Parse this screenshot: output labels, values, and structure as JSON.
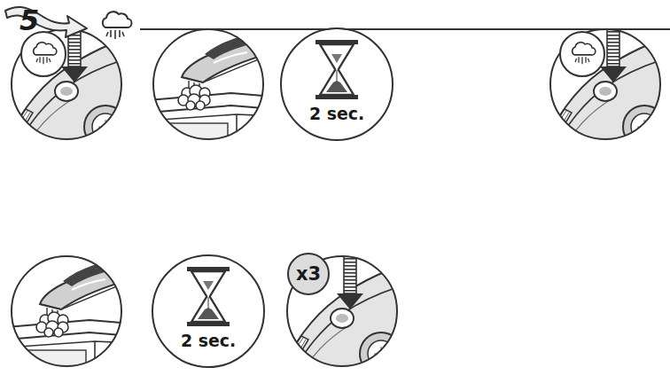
{
  "diagram": {
    "nodes": [
      {
        "text": [
          "5"
        ]
      },
      {
        "text": [
          "2 sec."
        ]
      },
      {
        "text": [
          "2 sec."
        ]
      },
      {
        "text": [
          "x3"
        ]
      }
    ]
  }
}
